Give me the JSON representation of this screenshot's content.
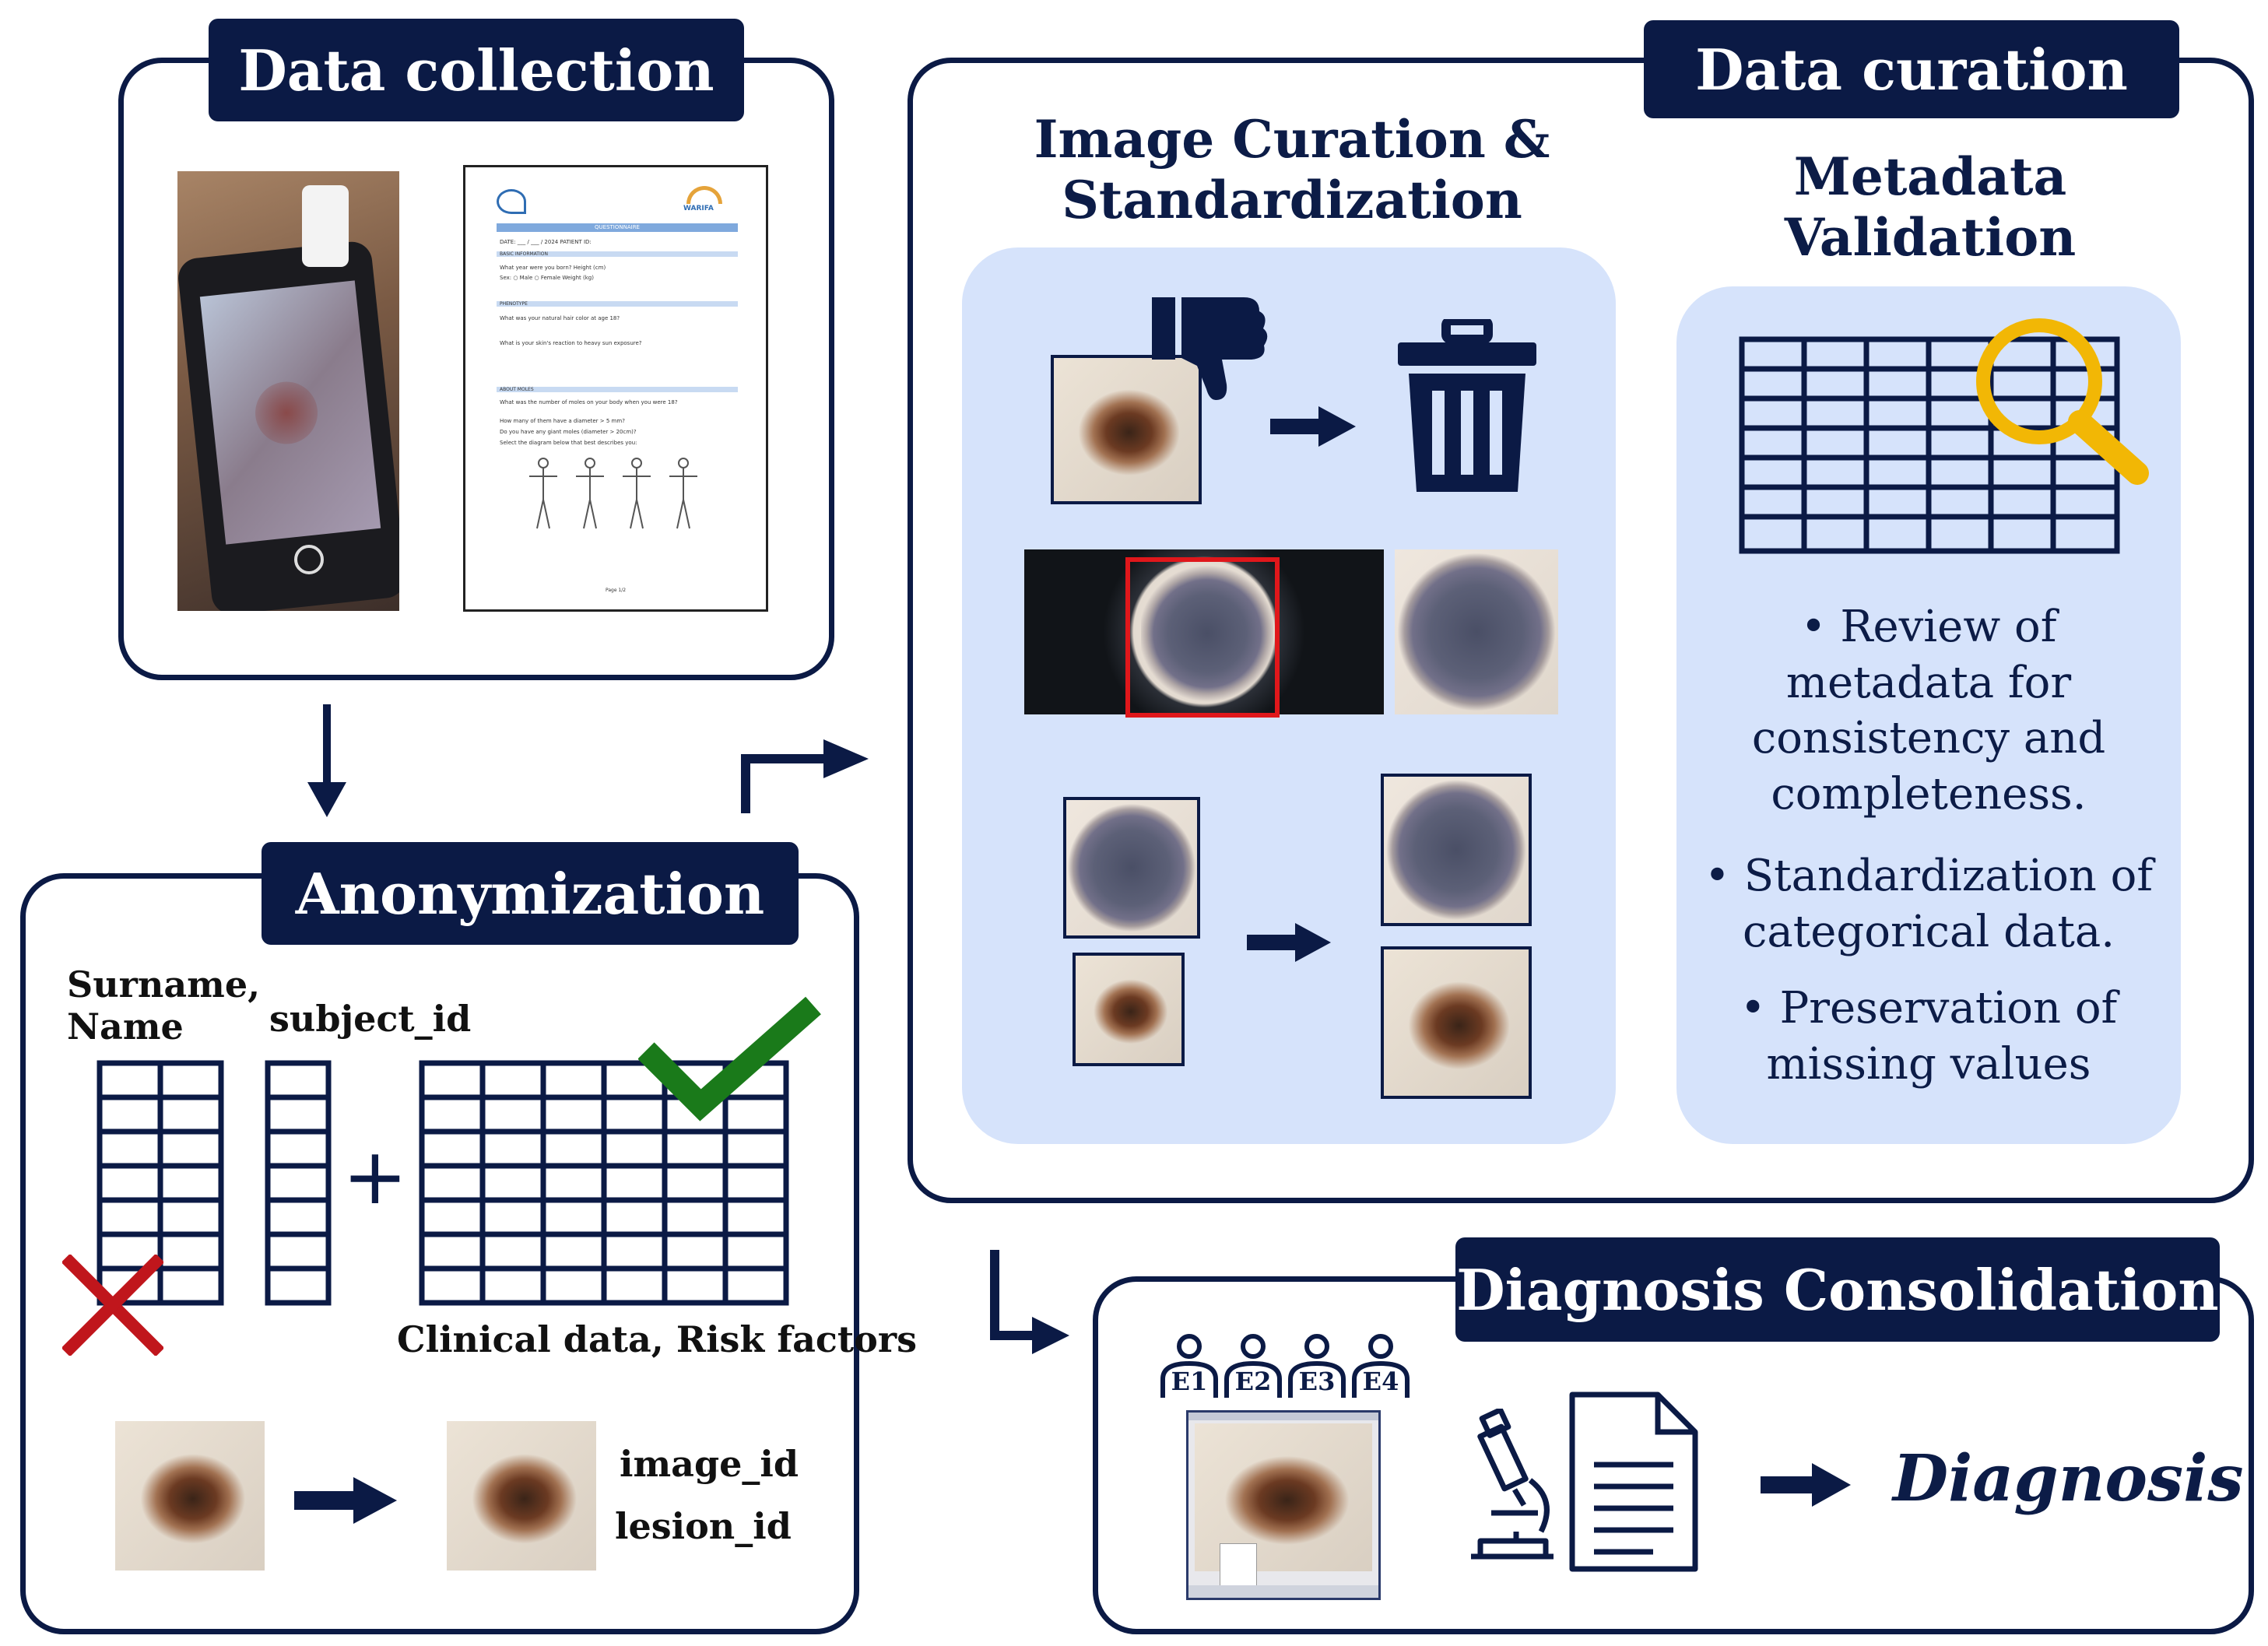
{
  "data_collection": {
    "title": "Data collection"
  },
  "questionnaire": {
    "title": "QUESTIONNAIRE",
    "logo_text": "WARIFA",
    "lines": [
      "DATE: ___ / ___ / 2024        PATIENT ID:",
      "BASIC INFORMATION",
      "What year were you born?          Height (cm)",
      "Sex:   ○ Male  ○ Female          Weight (kg)",
      "PHENOTYPE",
      "What was your natural hair color at age 18?",
      "What is your skin's reaction to heavy sun exposure?",
      "ABOUT MOLES",
      "What was the number of moles on your body when you were 18?",
      "How many of them have a diameter > 5 mm?",
      "Do you have any giant moles (diameter > 20cm)?",
      "Select the diagram below that best describes you:"
    ],
    "footer": "Page 1/2"
  },
  "anonymization": {
    "title": "Anonymization",
    "surname_label_line1": "Surname,",
    "surname_label_line2": "Name",
    "subject_label": "subject_id",
    "clinical_label": "Clinical data, Risk factors",
    "plus": "+",
    "image_id": "image_id",
    "lesion_id": "lesion_id"
  },
  "data_curation": {
    "title": "Data curation",
    "image_heading_line1": "Image Curation &",
    "image_heading_line2": "Standardization",
    "metadata_heading_line1": "Metadata",
    "metadata_heading_line2": "Validation",
    "bullets": [
      {
        "line1": "• Review of",
        "line2": "metadata for",
        "line3": "consistency and",
        "line4": "completeness."
      },
      {
        "line1": "• Standardization of",
        "line2": "categorical data."
      },
      {
        "line1": "• Preservation of",
        "line2": "missing values"
      }
    ]
  },
  "diagnosis": {
    "title": "Diagnosis Consolidation",
    "experts": [
      "E1",
      "E2",
      "E3",
      "E4"
    ],
    "result": "Diagnosis"
  },
  "colors": {
    "navy": "#0b1a45",
    "panel_fill": "#d6e3fb",
    "check_green": "#1a7a1a",
    "cross_red": "#c0161c",
    "magnifier_gold": "#f2b705",
    "crop_red": "#e0171b"
  }
}
